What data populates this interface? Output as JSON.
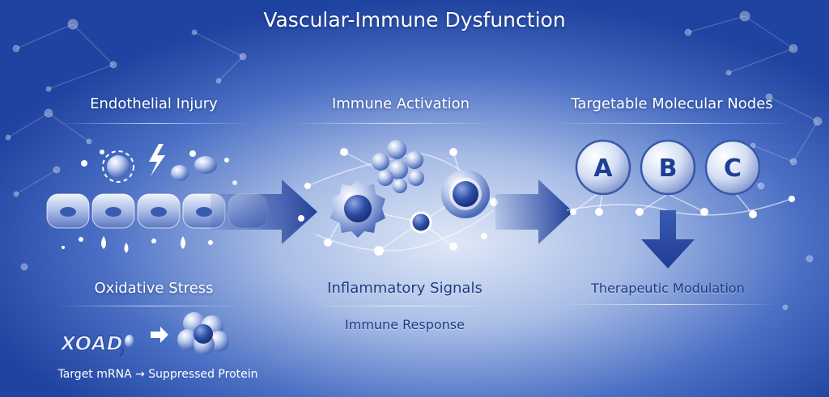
{
  "title": "Vascular-Immune Dysfunction",
  "panels": {
    "left": {
      "heading": "Endothelial Injury",
      "subheading": "Oxidative Stress",
      "caption": "Target mRNA → Suppressed Protein",
      "mrna_label": "XOAD"
    },
    "middle": {
      "heading": "Immune Activation",
      "labels": [
        "Inflammatory Signals",
        "Immune Response"
      ]
    },
    "right": {
      "heading": "Targetable Molecular Nodes",
      "nodes": [
        "A",
        "B",
        "C"
      ],
      "caption": "Therapeutic Modulation"
    }
  },
  "colors": {
    "primary": "#2a4aa8",
    "accent": "#1f3f96",
    "light": "#dfe8f7"
  }
}
